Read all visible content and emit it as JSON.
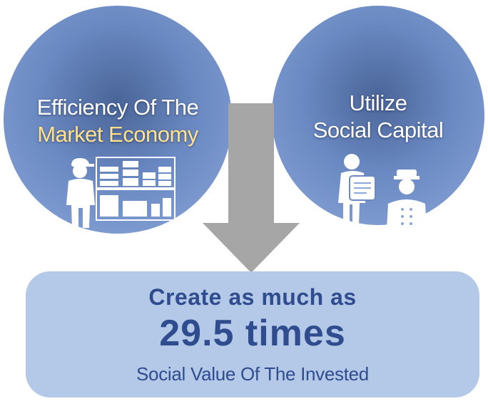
{
  "left_circle": {
    "line1": "Efficiency Of The",
    "line2": "Market Economy"
  },
  "right_circle": {
    "line1": "Utilize",
    "line2": "Social Capital"
  },
  "result": {
    "lead": "Create as much as",
    "value": "29.5 times",
    "sub": "Social Value Of The Invested"
  },
  "colors": {
    "circle": "#6a89c2",
    "highlight": "#ffe18a",
    "arrow": "#a7a6a6",
    "box": "#b4c8e8",
    "box_text": "#2f4d8e"
  },
  "icons": [
    "worker-icon",
    "warehouse-shelf-icon",
    "porter-icon",
    "guard-icon",
    "down-arrow-icon"
  ]
}
